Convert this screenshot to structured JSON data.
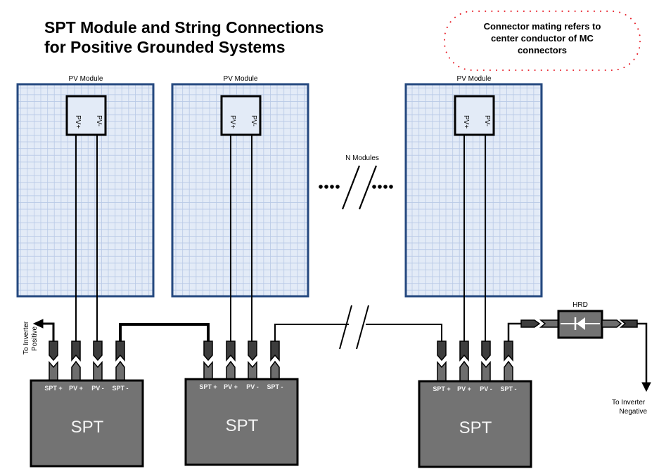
{
  "title": {
    "line1": "SPT Module and String Connections",
    "line2": "for Positive Grounded Systems"
  },
  "note": {
    "line1": "Connector mating refers to",
    "line2": "center conductor of MC",
    "line3": "connectors",
    "border_color": "#e8202a"
  },
  "colors": {
    "module_fill": "#e3ebf7",
    "module_grid": "#b8c9e6",
    "module_border": "#24487f",
    "spt_fill": "#737373",
    "connector_dark": "#3d3d3d",
    "connector_light": "#6e6e6e"
  },
  "modules": [
    {
      "label": "PV Module",
      "jbox_pos": "PV+",
      "jbox_neg": "PV-"
    },
    {
      "label": "PV Module",
      "jbox_pos": "PV+",
      "jbox_neg": "PV-"
    },
    {
      "label": "PV Module",
      "jbox_pos": "PV+",
      "jbox_neg": "PV-"
    }
  ],
  "n_modules_label": "N Modules",
  "spts": [
    {
      "label": "SPT",
      "terminals": [
        "SPT +",
        "PV +",
        "PV -",
        "SPT -"
      ]
    },
    {
      "label": "SPT",
      "terminals": [
        "SPT +",
        "PV +",
        "PV -",
        "SPT -"
      ]
    },
    {
      "label": "SPT",
      "terminals": [
        "SPT +",
        "PV +",
        "PV -",
        "SPT -"
      ]
    }
  ],
  "hrd_label": "HRD",
  "to_inverter_positive": {
    "line1": "To Inverter",
    "line2": "Positive"
  },
  "to_inverter_negative": {
    "line1": "To Inverter",
    "line2": "Negative"
  }
}
